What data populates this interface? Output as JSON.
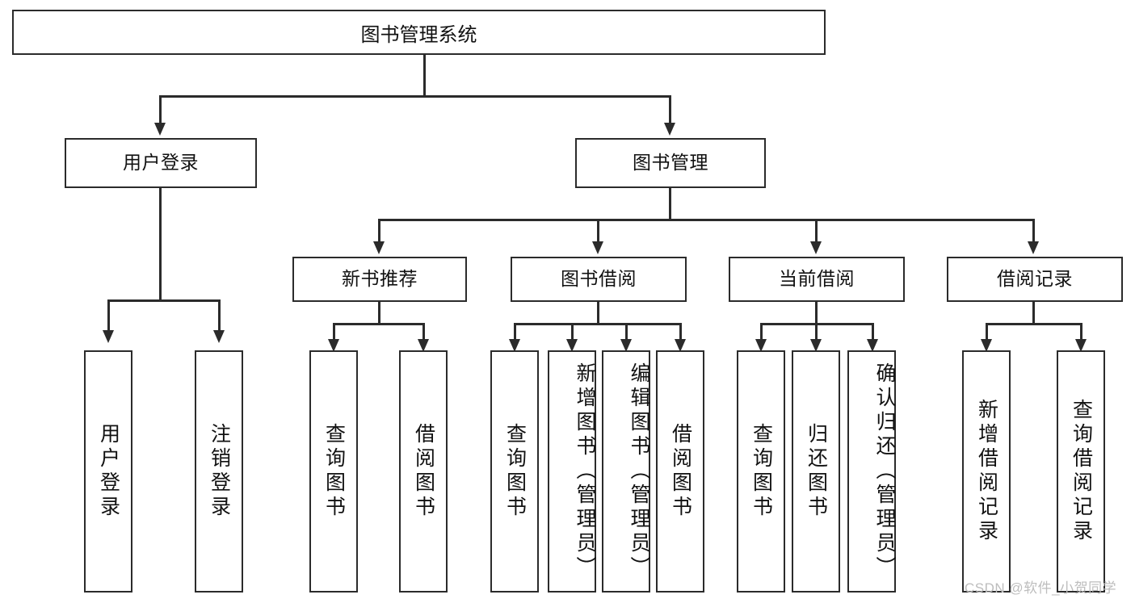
{
  "diagram": {
    "type": "tree-hierarchy-diagram",
    "title": "图书管理系统",
    "levels": 4,
    "root": {
      "label": "图书管理系统",
      "children": [
        {
          "label": "用户登录",
          "children": [
            {
              "label": "用户登录"
            },
            {
              "label": "注销登录"
            }
          ]
        },
        {
          "label": "图书管理",
          "children": [
            {
              "label": "新书推荐",
              "children": [
                {
                  "label": "查询图书"
                },
                {
                  "label": "借阅图书"
                }
              ]
            },
            {
              "label": "图书借阅",
              "children": [
                {
                  "label": "查询图书"
                },
                {
                  "label": "新增图书（管理员）"
                },
                {
                  "label": "编辑图书（管理员）"
                },
                {
                  "label": "借阅图书"
                }
              ]
            },
            {
              "label": "当前借阅",
              "children": [
                {
                  "label": "查询图书"
                },
                {
                  "label": "归还图书"
                },
                {
                  "label": "确认归还（管理员）"
                }
              ]
            },
            {
              "label": "借阅记录",
              "children": [
                {
                  "label": "新增借阅记录"
                },
                {
                  "label": "查询借阅记录"
                }
              ]
            }
          ]
        }
      ]
    }
  },
  "nodes": {
    "root": "图书管理系统",
    "user_login": "用户登录",
    "book_manage": "图书管理",
    "new_book_rec": "新书推荐",
    "book_borrow": "图书借阅",
    "current_borrow": "当前借阅",
    "borrow_record": "借阅记录",
    "leaf_user_login": "用户登录",
    "leaf_logout": "注销登录",
    "leaf_nbr_query": "查询图书",
    "leaf_nbr_borrow": "借阅图书",
    "leaf_bb_query": "查询图书",
    "leaf_bb_add": "新增图书（管理员）",
    "leaf_bb_edit": "编辑图书（管理员）",
    "leaf_bb_borrow": "借阅图书",
    "leaf_cb_query": "查询图书",
    "leaf_cb_return": "归还图书",
    "leaf_cb_confirm": "确认归还（管理员）",
    "leaf_br_add": "新增借阅记录",
    "leaf_br_query": "查询借阅记录"
  },
  "watermark": {
    "text": "CSDN @软件_小贺同学"
  },
  "colors": {
    "stroke": "#2b2b2b",
    "background": "#ffffff",
    "text": "#111111",
    "watermark": "#bdbdbd"
  }
}
